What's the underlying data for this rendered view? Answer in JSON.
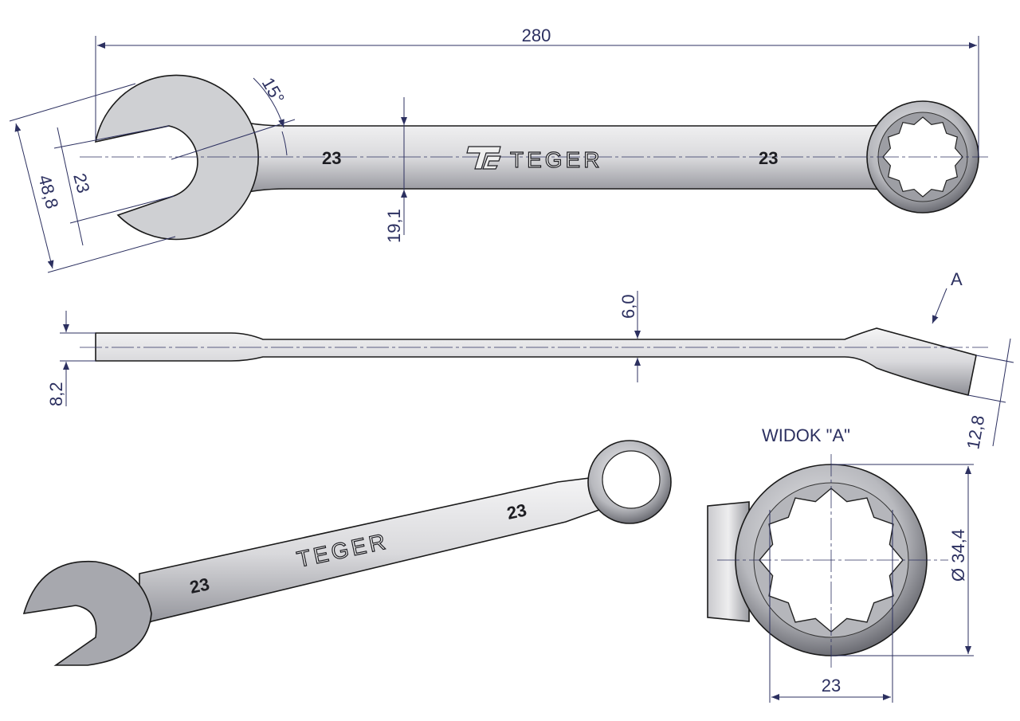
{
  "title": "Technical drawing of a 23 mm TEGER combination wrench",
  "top_view": {
    "overall_length": "280",
    "angle": "15°",
    "jaw_opening": "23",
    "head_width": "48,8",
    "handle_width": "19,1",
    "size_mark_left": "23",
    "size_mark_right": "23",
    "brand": "TEGER"
  },
  "side_view": {
    "handle_thickness": "6,0",
    "open_end_thickness": "8,2",
    "ring_thickness": "12,8",
    "view_arrow_label": "A"
  },
  "iso_view": {
    "size_mark_left": "23",
    "size_mark_right": "23",
    "brand": "TEGER"
  },
  "detail_view": {
    "title": "WIDOK \"A\"",
    "outer_diameter": "Ø 34,4",
    "across_flats": "23"
  },
  "colors": {
    "dimension": "#2c3060",
    "metal_light": "#ececee",
    "metal_dark": "#8e8f96"
  }
}
